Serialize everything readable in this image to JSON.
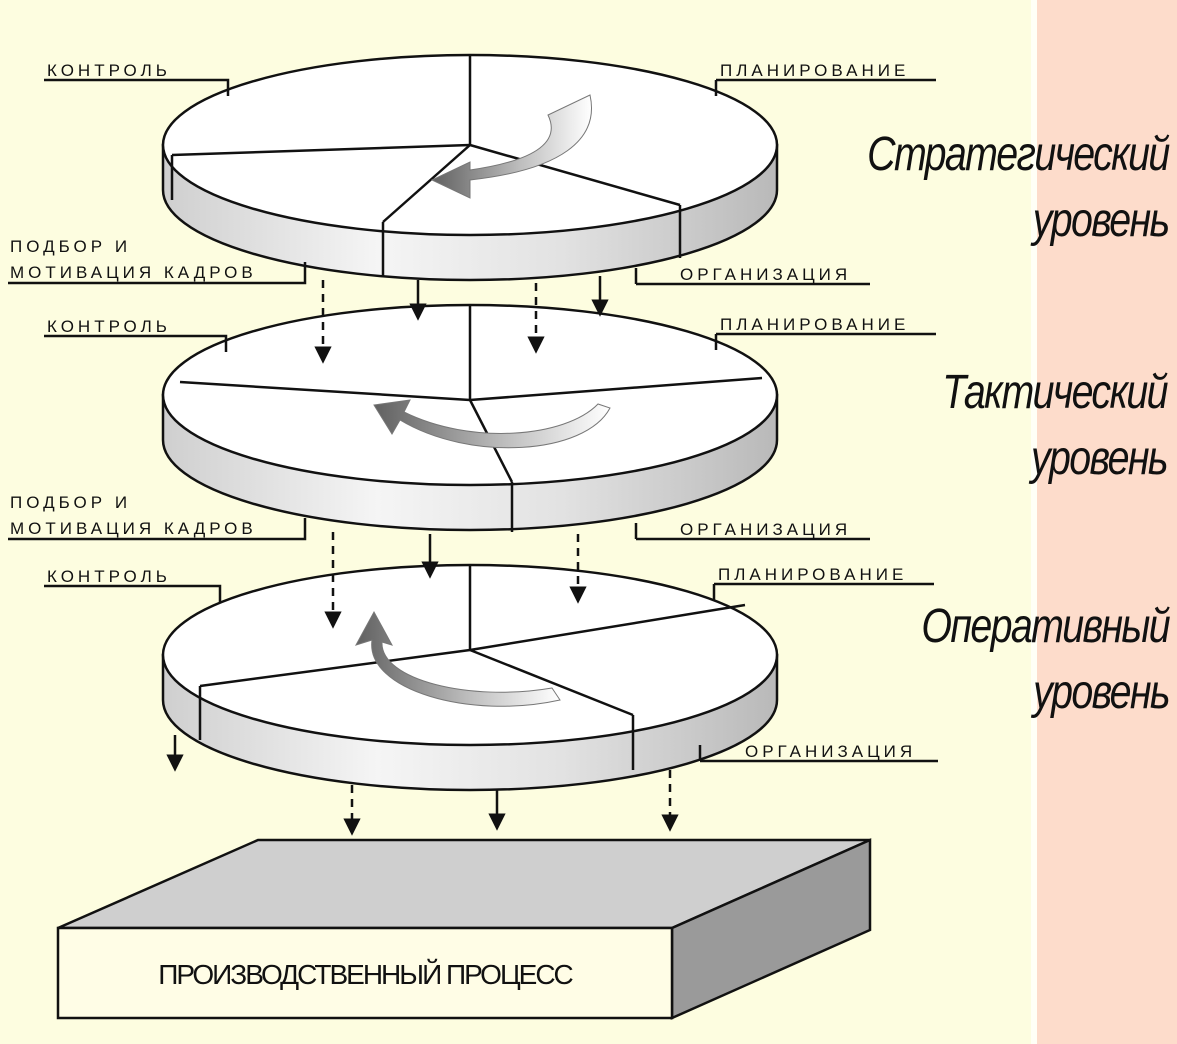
{
  "colors": {
    "background_left": "#fdfde0",
    "background_right": "#fddccb",
    "disc_top": "#ffffff",
    "disc_side": "#d7d7d7",
    "block_top": "#cfcfcf",
    "block_side": "#9a9a9a",
    "outline": "#111111"
  },
  "function_labels": {
    "control": "КОНТРОЛЬ",
    "planning": "ПЛАНИРОВАНИЕ",
    "staffing_line1": "ПОДБОР И",
    "staffing_line2": "МОТИВАЦИЯ КАДРОВ",
    "organization": "ОРГАНИЗАЦИЯ"
  },
  "levels": [
    {
      "id": "strategic",
      "title": "Стратегический",
      "word": "уровень"
    },
    {
      "id": "tactical",
      "title": "Тактический",
      "word": "уровень"
    },
    {
      "id": "operational",
      "title": "Оперативный",
      "word": "уровень"
    }
  ],
  "process_block": {
    "label": "ПРОИЗВОДСТВЕННЫЙ ПРОЦЕСС"
  }
}
